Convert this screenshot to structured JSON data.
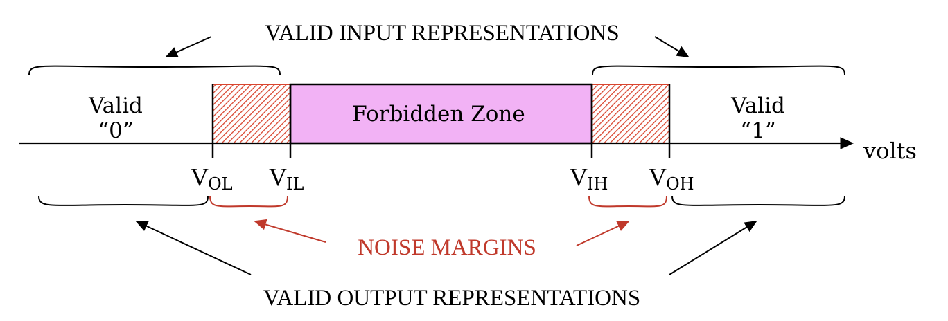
{
  "labels": {
    "valid_input": "VALID INPUT REPRESENTATIONS",
    "valid_output": "VALID OUTPUT REPRESENTATIONS",
    "noise_margins": "NOISE MARGINS",
    "forbidden_zone": "Forbidden Zone",
    "valid0_line1": "Valid",
    "valid0_line2": "“0”",
    "valid1_line1": "Valid",
    "valid1_line2": "“1”",
    "axis": "volts"
  },
  "voltages": {
    "vol": {
      "main": "V",
      "sub": "OL"
    },
    "vil": {
      "main": "V",
      "sub": "IL"
    },
    "vih": {
      "main": "V",
      "sub": "IH"
    },
    "voh": {
      "main": "V",
      "sub": "OH"
    }
  },
  "colors": {
    "black": "#000000",
    "noise_red": "#c0392b",
    "forbidden_fill": "#f2b2f5",
    "hatch_red": "#d9452f"
  }
}
